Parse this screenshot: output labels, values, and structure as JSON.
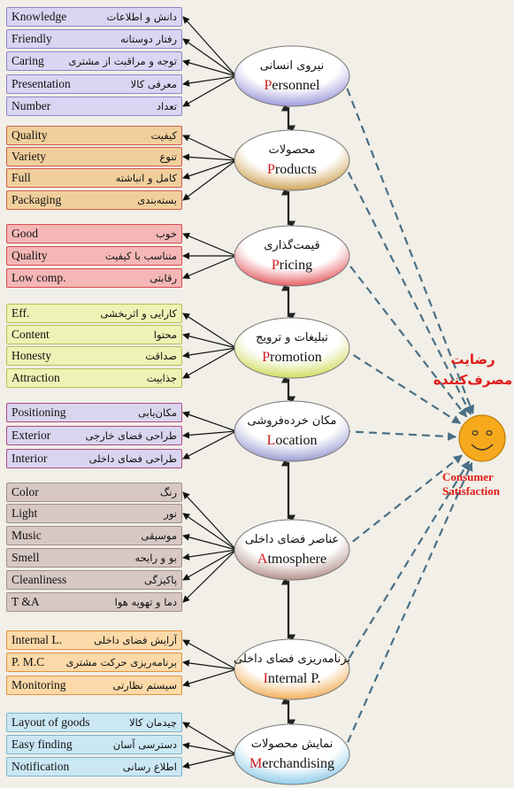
{
  "groups": [
    {
      "id": "personnel",
      "fa": "نیروی انسانی",
      "en_first": "P",
      "en_rest": "ersonnel",
      "fill_light": "#ffffff",
      "fill_dark": "#8f89d6",
      "box_color": "#d8d6f2",
      "box_border": "#8d87c8",
      "items": [
        {
          "en": "Knowledge",
          "fa": "دانش و اطلاعات"
        },
        {
          "en": "Friendly",
          "fa": "رفتار دوستانه"
        },
        {
          "en": "Caring",
          "fa": "توجه و مراقبت از مشتری"
        },
        {
          "en": "Presentation",
          "fa": "معرفی کالا"
        },
        {
          "en": "Number",
          "fa": "تعداد"
        }
      ]
    },
    {
      "id": "products",
      "fa": "محصولات",
      "en_first": "P",
      "en_rest": "roducts",
      "fill_light": "#ffffff",
      "fill_dark": "#c9953c",
      "box_color": "#f1cf9c",
      "box_border": "#d35b4f",
      "items": [
        {
          "en": "Quality",
          "fa": "کیفیت"
        },
        {
          "en": "Variety",
          "fa": "تنوع"
        },
        {
          "en": "Full",
          "fa": "کامل و انباشته"
        },
        {
          "en": "Packaging",
          "fa": "بسته‌بندی"
        }
      ]
    },
    {
      "id": "pricing",
      "fa": "قیمت‌گذاری",
      "en_first": "P",
      "en_rest": "ricing",
      "fill_light": "#ffffff",
      "fill_dark": "#e2454a",
      "box_color": "#f4b7b6",
      "box_border": "#d94c4c",
      "items": [
        {
          "en": "Good",
          "fa": "خوب"
        },
        {
          "en": "Quality",
          "fa": "متناسب با کیفیت"
        },
        {
          "en": "Low comp.",
          "fa": "رقابتی"
        }
      ]
    },
    {
      "id": "promotion",
      "fa": "تبلیغات و ترویج",
      "en_first": "P",
      "en_rest": "romotion",
      "fill_light": "#ffffff",
      "fill_dark": "#c9d84a",
      "box_color": "#eef2b4",
      "box_border": "#b5c05a",
      "items": [
        {
          "en": "Eff.",
          "fa": "کارایی و اثربخشی"
        },
        {
          "en": "Content",
          "fa": "محتوا"
        },
        {
          "en": "Honesty",
          "fa": "صداقت"
        },
        {
          "en": "Attraction",
          "fa": "جذابیت"
        }
      ]
    },
    {
      "id": "location",
      "fa": "مکان خرده‌فروشی",
      "en_first": "L",
      "en_rest": "ocation",
      "fill_light": "#ffffff",
      "fill_dark": "#8c8ccc",
      "box_color": "#d9d5ef",
      "box_border": "#b04a88",
      "items": [
        {
          "en": "Positioning",
          "fa": "مکان‌یابی"
        },
        {
          "en": "Exterior",
          "fa": "طراحی فضای خارجی"
        },
        {
          "en": "Interior",
          "fa": "طراحی فضای داخلی"
        }
      ]
    },
    {
      "id": "atmosphere",
      "fa": "عناصر فضای داخلی",
      "en_first": "A",
      "en_rest": "tmosphere",
      "fill_light": "#ffffff",
      "fill_dark": "#a88078",
      "box_color": "#d7c8c4",
      "box_border": "#a28d88",
      "items": [
        {
          "en": "Color",
          "fa": "رنگ"
        },
        {
          "en": "Light",
          "fa": "نور"
        },
        {
          "en": "Music",
          "fa": "موسیقی"
        },
        {
          "en": "Smell",
          "fa": "بو و رایحه"
        },
        {
          "en": "Cleanliness",
          "fa": "پاکیزگی"
        },
        {
          "en": "T &A",
          "fa": "دما و تهویه هوا"
        }
      ]
    },
    {
      "id": "internal",
      "fa": "برنامه‌ریزی فضای داخلی",
      "en_first": "I",
      "en_rest": "nternal P.",
      "fill_light": "#ffffff",
      "fill_dark": "#f0a23e",
      "box_color": "#fbd9a8",
      "box_border": "#e3913d",
      "items": [
        {
          "en": "Internal L.",
          "fa": "آرایش فضای داخلی"
        },
        {
          "en": "P. M.C",
          "fa": "برنامه‌ریزی حرکت مشتری"
        },
        {
          "en": "Monitoring",
          "fa": "سیستم نظارتی"
        }
      ]
    },
    {
      "id": "merchandising",
      "fa": "نمایش محصولات",
      "en_first": "M",
      "en_rest": "erchandising",
      "fill_light": "#ffffff",
      "fill_dark": "#7fc4e6",
      "box_color": "#cbe7f4",
      "box_border": "#7ab5d2",
      "items": [
        {
          "en": "Layout of goods",
          "fa": "چیدمان کالا"
        },
        {
          "en": "Easy finding",
          "fa": "دسترسی آسان"
        },
        {
          "en": "Notification",
          "fa": "اطلاع رسانی"
        }
      ]
    }
  ],
  "satisfaction": {
    "fa_line1": "رضایت",
    "fa_line2": "مصرف‌کننده",
    "en_line1": "Consumer",
    "en_line2": "Satisfaction",
    "face_color": "#f7a91d",
    "label_color": "#e11a17"
  }
}
